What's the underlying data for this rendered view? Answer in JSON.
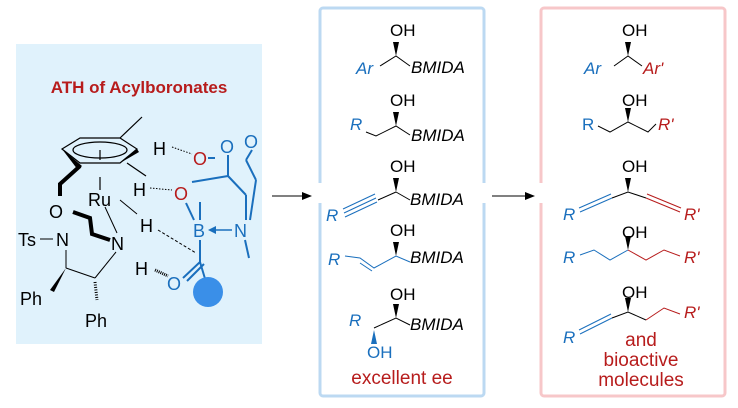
{
  "colors": {
    "panel_bg": "#e0f2fc",
    "blue": "#1a6fbd",
    "red": "#b71c1c",
    "black": "#000000",
    "box_blue": "#bcd9f2",
    "box_red": "#f7c7c9",
    "substituent": "#3a8fe8"
  },
  "left_panel": {
    "title": "ATH of Acylboronates",
    "labels": {
      "h1": "H",
      "h2": "H",
      "h3": "H",
      "h4": "H",
      "ru": "Ru",
      "o_link": "O",
      "ts": "Ts",
      "n1": "N",
      "n2": "N",
      "ph1": "Ph",
      "ph2": "Ph",
      "o_red1": "O",
      "o_red2": "O",
      "o_c1": "O",
      "o_c2": "O",
      "b": "B",
      "n3": "N",
      "o_keto": "O"
    }
  },
  "middle_panel": {
    "items": [
      {
        "left": "Ar",
        "right": "BMIDA",
        "oh": "OH"
      },
      {
        "left": "R",
        "right": "BMIDA",
        "oh": "OH"
      },
      {
        "left": "R",
        "right": "BMIDA",
        "oh": "OH"
      },
      {
        "left": "R",
        "right": "BMIDA",
        "oh": "OH"
      },
      {
        "left": "R",
        "right": "BMIDA",
        "oh": "OH",
        "oh2": "OH"
      }
    ],
    "caption": "excellent ee"
  },
  "right_panel": {
    "items": [
      {
        "left": "Ar",
        "right": "Ar'",
        "oh": "OH"
      },
      {
        "left": "R",
        "right": "R'",
        "oh": "OH"
      },
      {
        "left": "R",
        "right": "R'",
        "oh": "OH"
      },
      {
        "left": "R",
        "right": "R'",
        "oh": "OH"
      },
      {
        "left": "R",
        "right": "R'",
        "oh": "OH"
      }
    ],
    "caption_lines": [
      "and",
      "bioactive",
      "molecules"
    ]
  }
}
